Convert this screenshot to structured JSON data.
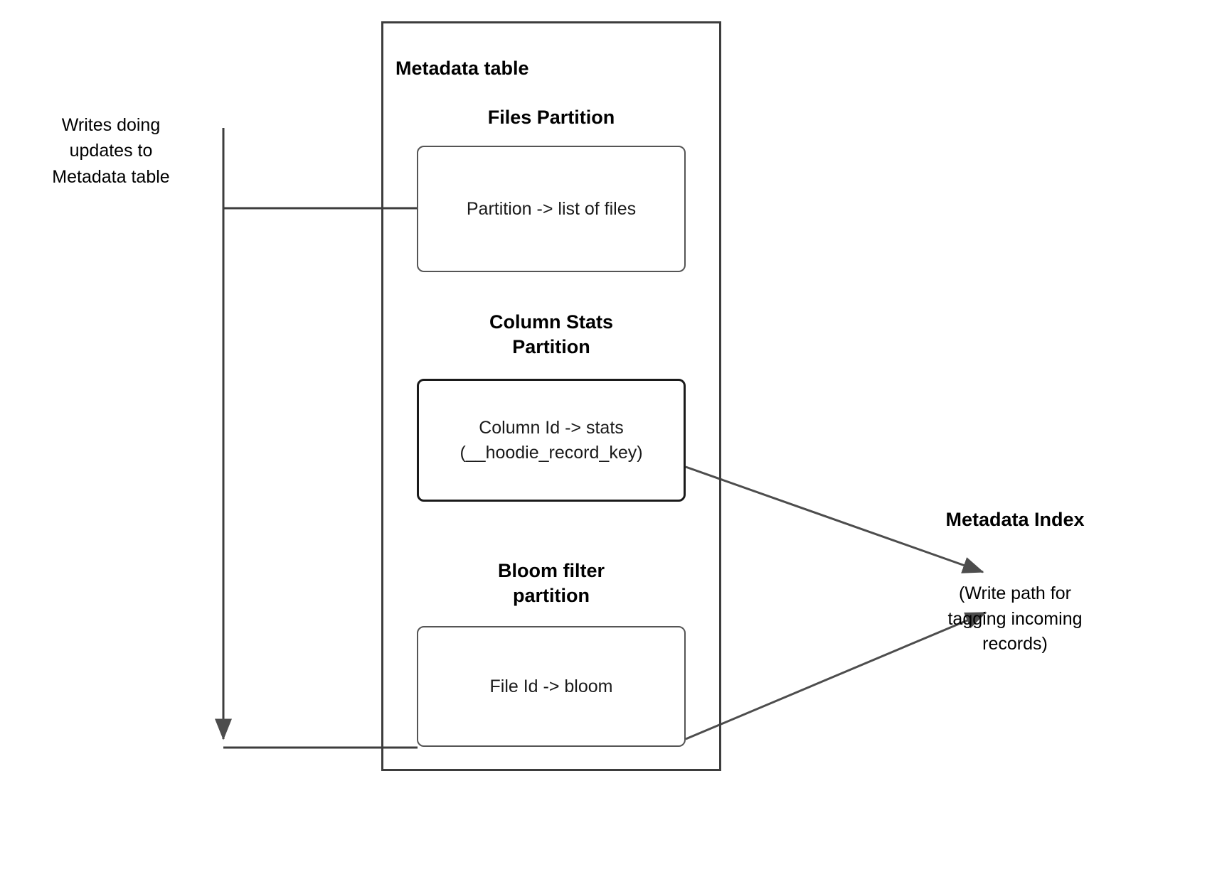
{
  "diagram": {
    "title_container": "Metadata table",
    "left_annotation": "Writes doing\nupdates to\nMetadata table",
    "sections": [
      {
        "heading": "Files Partition",
        "box_label": "Partition -> list of files"
      },
      {
        "heading": "Column Stats\nPartition",
        "box_label": "Column Id  -> stats\n(__hoodie_record_key)"
      },
      {
        "heading": "Bloom filter\npartition",
        "box_label": "File Id -> bloom"
      }
    ],
    "right_label": {
      "title": "Metadata Index",
      "note": "(Write path for\ntagging incoming\nrecords)"
    },
    "colors": {
      "stroke_outer": "#3d3d3d",
      "stroke_inner": "#555555",
      "stroke_emphasis": "#1a1a1a",
      "arrow_fill": "#4d4d4d",
      "text": "#000000",
      "background": "#ffffff"
    }
  }
}
